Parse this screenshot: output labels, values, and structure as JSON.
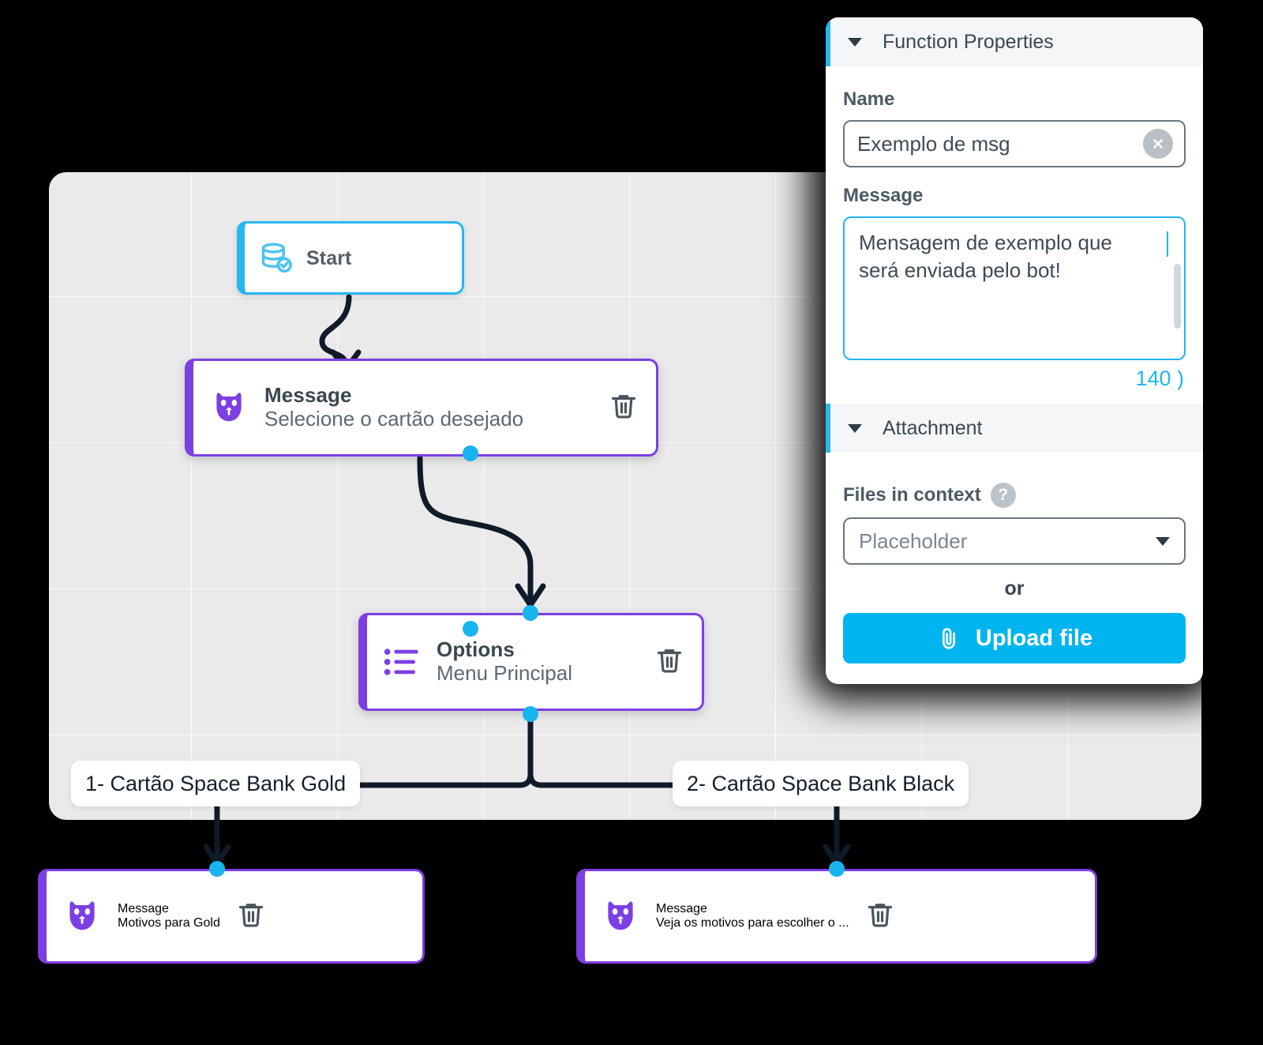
{
  "canvas": {
    "nodes": [
      {
        "id": "start",
        "type_label": "Start",
        "subtitle": "",
        "icon": "database-check-icon"
      },
      {
        "id": "msg1",
        "type_label": "Message",
        "subtitle": "Selecione o cartão desejado",
        "icon": "bot-owl-icon"
      },
      {
        "id": "opts",
        "type_label": "Options",
        "subtitle": "Menu Principal",
        "icon": "bullet-list-icon"
      },
      {
        "id": "gold",
        "type_label": "Message",
        "subtitle": "Motivos para Gold",
        "icon": "bot-owl-icon"
      },
      {
        "id": "black",
        "type_label": "Message",
        "subtitle": "Veja os motivos para escolher o ...",
        "icon": "bot-owl-icon"
      }
    ],
    "branch_labels": [
      {
        "text": "1- Cartão Space Bank Gold"
      },
      {
        "text": "2- Cartão Space Bank Black"
      }
    ],
    "colors": {
      "accent_cyan": "#18b4f0",
      "node_purple": "#7c3fe4",
      "wire": "#101a28",
      "grid_bg": "#eaeaea"
    }
  },
  "panel": {
    "sections": [
      {
        "title": "Function Properties"
      },
      {
        "title": "Attachment"
      }
    ],
    "name_field": {
      "label": "Name",
      "value": "Exemplo de msg",
      "clear_icon": "clear-circle-icon"
    },
    "message_field": {
      "label": "Message",
      "value": "Mensagem de exemplo que será enviada pelo bot!",
      "counter": "140 )"
    },
    "attachment": {
      "files_label": "Files in context",
      "help_icon": "help-circle-icon",
      "select_placeholder": "Placeholder",
      "or_label": "or",
      "upload_label": "Upload file",
      "upload_icon": "paperclip-icon"
    },
    "colors": {
      "accent_cyan": "#00b5ef",
      "header_bg": "#f5f6f7"
    }
  }
}
